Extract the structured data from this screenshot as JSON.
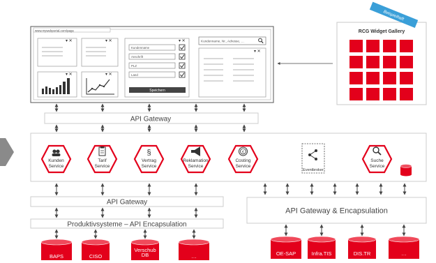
{
  "portal": {
    "url": "www.mywebportal.com/page",
    "form_fields": [
      "Kundenname",
      "Anschrift",
      "PLZ",
      "Land"
    ],
    "save_button": "Speichern",
    "search_placeholder": "Kundenname, Nr., Adresse, …"
  },
  "gallery": {
    "title": "RCG Widget Gallery",
    "ribbon": "Beispielhaft"
  },
  "gateway_top": "API Gateway",
  "services": [
    {
      "name": "Kunden Service",
      "icon": "people-icon"
    },
    {
      "name": "Tarif Service",
      "icon": "clipboard-icon"
    },
    {
      "name": "Vertrag Service",
      "icon": "paragraph-icon"
    },
    {
      "name": "Reklamation Service",
      "icon": "megaphone-icon"
    },
    {
      "name": "Costing Service",
      "icon": "currency-icon"
    },
    {
      "name": "Eventbroker",
      "icon": "share-icon"
    },
    {
      "name": "Suche Service",
      "icon": "magnifier-icon"
    }
  ],
  "gateway_left": "API Gateway",
  "encapsulation_left": "Produktivsysteme – API Encapsulation",
  "gateway_right": "API Gateway & Encapsulation",
  "databases_left": [
    "BAPS",
    "CISO",
    "Verschub DB",
    "…"
  ],
  "databases_right": [
    "OE-SAP",
    "Infra.TIS",
    "DIS.TR",
    "…"
  ],
  "colors": {
    "accent": "#e3001b",
    "ribbon": "#3a9fd8",
    "line": "#555555",
    "light": "#cccccc"
  }
}
